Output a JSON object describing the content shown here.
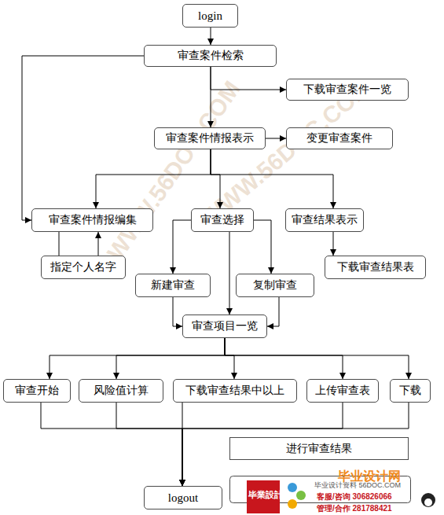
{
  "diagram": {
    "nodes": [
      {
        "text": [
          "login"
        ]
      },
      {
        "text": [
          "审查案件检索"
        ]
      },
      {
        "text": [
          "下载审查案件一览"
        ]
      },
      {
        "text": [
          "审查案件情报表示"
        ]
      },
      {
        "text": [
          "变更审查案件"
        ]
      },
      {
        "text": [
          "审查案件情报编集"
        ]
      },
      {
        "text": [
          "审查选择"
        ]
      },
      {
        "text": [
          "审查结果表示"
        ]
      },
      {
        "text": [
          "指定个人名字"
        ]
      },
      {
        "text": [
          "新建审查"
        ]
      },
      {
        "text": [
          "复制审查"
        ]
      },
      {
        "text": [
          "下载审查结果表"
        ]
      },
      {
        "text": [
          "审查项目一览"
        ]
      },
      {
        "text": [
          "审查开始"
        ]
      },
      {
        "text": [
          "风险值计算"
        ]
      },
      {
        "text": [
          "下载审查结果中以上"
        ]
      },
      {
        "text": [
          "上传审查表"
        ]
      },
      {
        "text": [
          "下载"
        ]
      },
      {
        "text": [
          "进行审查结果"
        ]
      },
      {
        "text": [
          "logout"
        ]
      }
    ],
    "edges": [
      {
        "from": 0,
        "to": 1,
        "arrow": "to"
      },
      {
        "from": 1,
        "to": 2,
        "arrow": "to"
      },
      {
        "from": 1,
        "to": 3,
        "arrow": "to"
      },
      {
        "from": 1,
        "to": 5,
        "arrow": "to"
      },
      {
        "from": 3,
        "to": 4,
        "arrow": "to"
      },
      {
        "from": 3,
        "to": 5,
        "arrow": "to"
      },
      {
        "from": 3,
        "to": 6,
        "arrow": "to"
      },
      {
        "from": 3,
        "to": 7,
        "arrow": "to"
      },
      {
        "from": 5,
        "to": 8,
        "arrow": "none"
      },
      {
        "from": 8,
        "to": 5,
        "arrow": "to"
      },
      {
        "from": 6,
        "to": 9,
        "arrow": "to"
      },
      {
        "from": 6,
        "to": 10,
        "arrow": "to"
      },
      {
        "from": 6,
        "to": 12,
        "arrow": "to"
      },
      {
        "from": 7,
        "to": 11,
        "arrow": "to"
      },
      {
        "from": 9,
        "to": 12,
        "arrow": "to"
      },
      {
        "from": 10,
        "to": 12,
        "arrow": "to"
      },
      {
        "from": 12,
        "to": 13,
        "arrow": "to"
      },
      {
        "from": 12,
        "to": 14,
        "arrow": "to"
      },
      {
        "from": 12,
        "to": 15,
        "arrow": "to"
      },
      {
        "from": 12,
        "to": 16,
        "arrow": "to"
      },
      {
        "from": 12,
        "to": 17,
        "arrow": "to"
      },
      {
        "from": 13,
        "to": 19,
        "arrow": "to"
      },
      {
        "from": 14,
        "to": 19,
        "arrow": "to"
      },
      {
        "from": 15,
        "to": 19,
        "arrow": "to"
      },
      {
        "from": 16,
        "to": 19,
        "arrow": "to"
      },
      {
        "from": 17,
        "to": 19,
        "arrow": "to"
      }
    ],
    "labels": [
      "WWW.56DOC.COM",
      "WWW.56DOC.COM",
      "毕業設計",
      "毕业设计网",
      "毕业设计资料 56DOC.COM",
      "客服/咨询 306826066",
      "管理/合作 281788421"
    ]
  }
}
